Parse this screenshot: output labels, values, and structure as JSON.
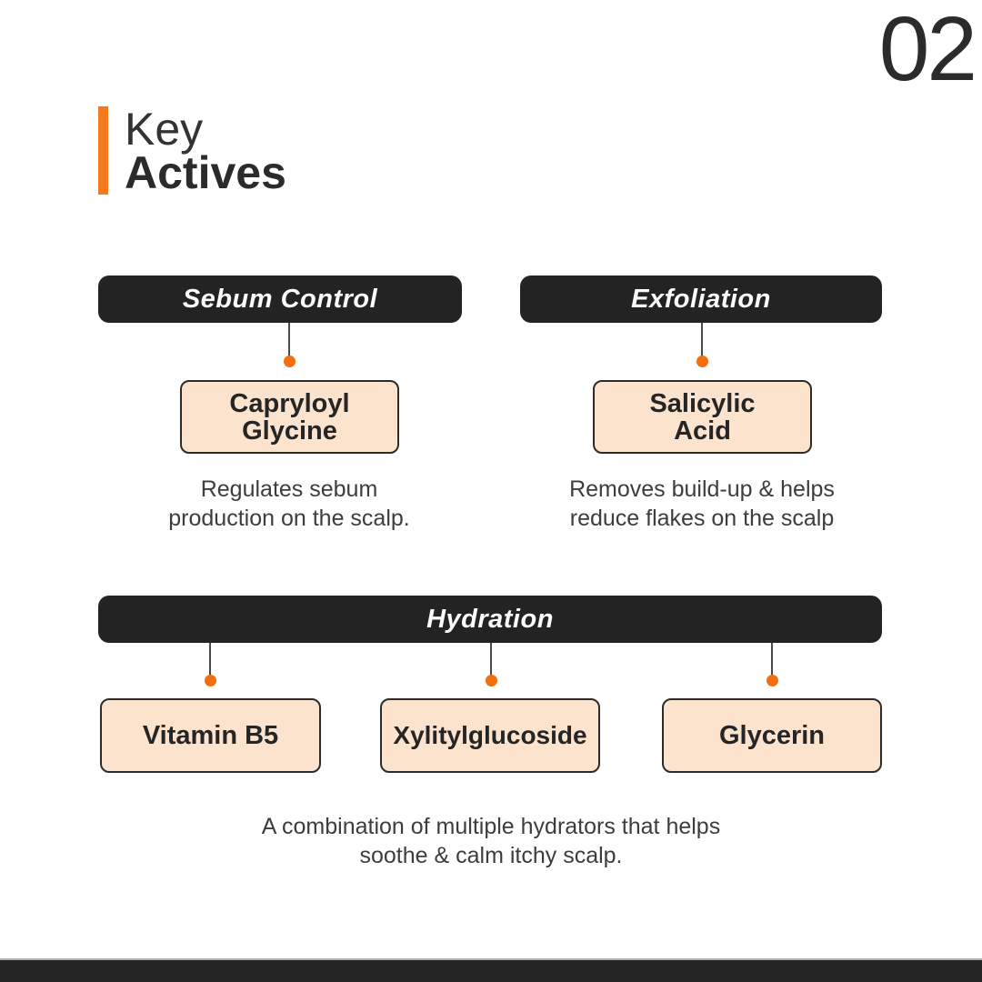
{
  "page": {
    "number": "02"
  },
  "title": {
    "line1": "Key",
    "line2": "Actives"
  },
  "colors": {
    "accent_orange": "#F5791D",
    "connector_dot_orange": "#F26E0E",
    "header_pill_dark": "#232323",
    "active_box_peach": "#FBE3CE",
    "footer_dark": "#242424",
    "text_dark": "#2b2b2b",
    "text_gray": "#3d3d3d"
  },
  "sections": {
    "sebum_control": {
      "header": "Sebum Control",
      "active": "Capryloyl\nGlycine",
      "description": "Regulates sebum\nproduction on the scalp."
    },
    "exfoliation": {
      "header": "Exfoliation",
      "active": "Salicylic\nAcid",
      "description": "Removes build-up & helps\nreduce flakes on the scalp"
    },
    "hydration": {
      "header": "Hydration",
      "actives": [
        "Vitamin B5",
        "Xylitylglucoside",
        "Glycerin"
      ],
      "description": "A combination of multiple hydrators that helps\nsoothe & calm itchy scalp."
    }
  }
}
